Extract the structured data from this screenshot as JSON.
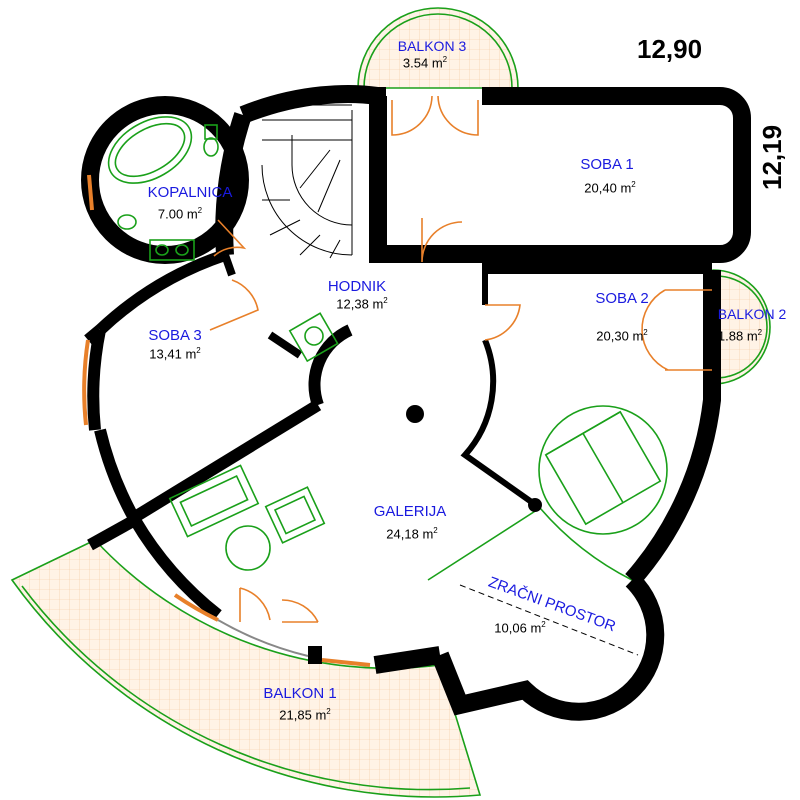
{
  "dimensions": {
    "width": "12,90",
    "depth": "12,19"
  },
  "area_unit": "m",
  "area_superscript": "2",
  "rooms": [
    {
      "id": "kopalnica",
      "name": "KOPALNICA",
      "area": "7.00"
    },
    {
      "id": "balkon3",
      "name": "BALKON 3",
      "area": "3.54"
    },
    {
      "id": "soba1",
      "name": "SOBA 1",
      "area": "20,40"
    },
    {
      "id": "hodnik",
      "name": "HODNIK",
      "area": "12,38"
    },
    {
      "id": "soba2",
      "name": "SOBA 2",
      "area": "20,30"
    },
    {
      "id": "balkon2",
      "name": "BALKON 2",
      "area": "1.88"
    },
    {
      "id": "soba3",
      "name": "SOBA 3",
      "area": "13,41"
    },
    {
      "id": "galerija",
      "name": "GALERIJA",
      "area": "24,18"
    },
    {
      "id": "zracni",
      "name": "ZRAČNI PROSTOR",
      "area": "10,06"
    },
    {
      "id": "balkon1",
      "name": "BALKON 1",
      "area": "21,85"
    }
  ],
  "colors": {
    "walls": "#000000",
    "labels": "#1a1adf",
    "doors": "#e8802a",
    "furniture": "#1aa01a",
    "balcony_fill": "#fff3e6"
  }
}
